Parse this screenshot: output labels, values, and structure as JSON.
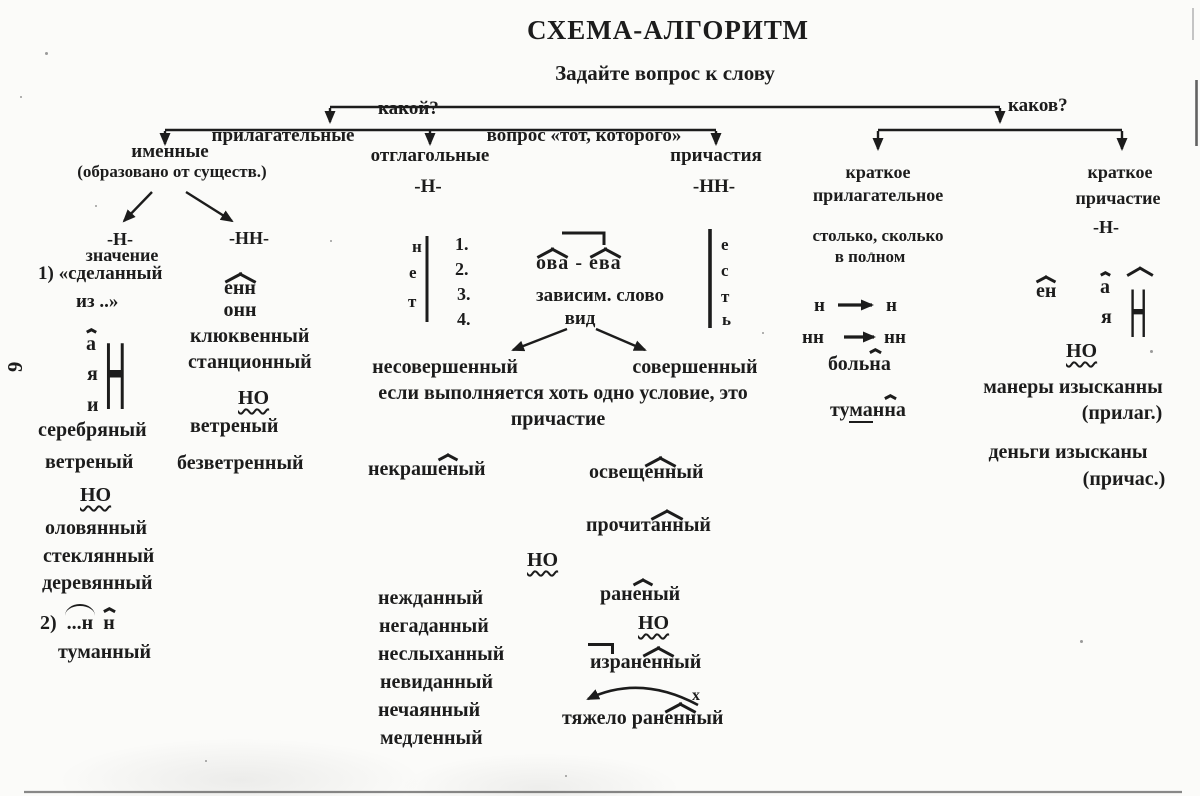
{
  "header": {
    "title": "СХЕМА-АЛГОРИТМ",
    "subtitle": "Задайте вопрос к слову"
  },
  "questions": {
    "kakoj": "какой?",
    "kakov": "каков?"
  },
  "branch_labels": {
    "adjectives": "прилагательные",
    "question_phrase": "вопрос «тот, которого»",
    "nominal": "именные",
    "nominal_note": "(образовано от существ.)",
    "verbal": "отглагольные",
    "verbal_suffix": "-Н-",
    "participles": "причастия",
    "participles_suffix": "-НН-",
    "short_adj_1": "краткое",
    "short_adj_2": "прилагательное",
    "short_part_1": "краткое",
    "short_part_2": "причастие",
    "short_part_suffix": "-Н-"
  },
  "nominal_n": {
    "heading": "-Н-",
    "meaning": "значение",
    "item1_num": "1)",
    "item1_quote": "«сделанный",
    "item1_quote2": "из ..»",
    "suffix_a": "а",
    "suffix_ya": "я",
    "suffix_i": "и",
    "big_n": "Н",
    "example1": "серебряный",
    "example2": "ветреный",
    "no": "НО",
    "exceptions": [
      "оловянный",
      "стеклянный",
      "деревянный"
    ],
    "item2_num": "2)",
    "item2_root": "...н",
    "item2_suffix": "н",
    "item2_example": "туманный"
  },
  "nominal_nn": {
    "heading": "-НН-",
    "suffix_enn": "енн",
    "suffix_onn": "онн",
    "examples": [
      "клюквенный",
      "станционный"
    ],
    "no": "НО",
    "exceptions": [
      "ветреный",
      "безветренный"
    ]
  },
  "verbal": {
    "net": [
      "н",
      "е",
      "т"
    ],
    "conditions": [
      "1.",
      "2.",
      "3.",
      "4."
    ],
    "ova": "ова",
    "dash": "-",
    "eva": "ева",
    "dependent": "зависим. слово",
    "aspect": "вид",
    "imperfective": "несовершенный",
    "perfective": "совершенный",
    "rule_line1": "если выполняется хоть одно условие, это",
    "rule_line2": "причастие",
    "ex_nekrasheny": {
      "pre": "некраш",
      "hat": "ен",
      "post": "ый"
    },
    "ex_osveshchenny": {
      "pre": "освещ",
      "hat": "енн",
      "post": "ый"
    },
    "ex_prochitanny": {
      "pre": "прочит",
      "hat": "анн",
      "post": "ый"
    },
    "no": "НО",
    "exceptions": [
      "нежданный",
      "негаданный",
      "неслыханный",
      "невиданный",
      "нечаянный",
      "медленный"
    ],
    "ex_raneny": {
      "pre": "ран",
      "hat": "ен",
      "post": "ый"
    },
    "no2": "НО",
    "ex_izranenny": {
      "prefix": "из",
      "mid": "ран",
      "hat": "енн",
      "post": "ый"
    },
    "ex_tyazhelo": {
      "pre": "тяжело ран",
      "hat": "енн",
      "post": "ый"
    },
    "x_mark": "х"
  },
  "participles_nn": {
    "est": [
      "е",
      "с",
      "т",
      "ь"
    ]
  },
  "short_adj": {
    "rule1": "столько, сколько",
    "rule2": "в полном",
    "map_n": {
      "from": "н",
      "to": "н"
    },
    "map_nn": {
      "from": "нн",
      "to": "нн"
    },
    "ex_bolna": {
      "pre": "боль",
      "hat": "н",
      "post": "а"
    },
    "ex_tumanna": {
      "p1": "ту",
      "und": "ма",
      "mid": "н",
      "hat": "н",
      "post": "а"
    }
  },
  "short_part": {
    "suffix_en": "ен",
    "suffix_a": "а",
    "suffix_ya": "я",
    "big_n": "Н",
    "no": "НО",
    "ex1": "манеры изысканны",
    "ex1_note": "(прилаг.)",
    "ex2": "деньги изысканы",
    "ex2_note": "(причас.)"
  },
  "page_number": "6"
}
